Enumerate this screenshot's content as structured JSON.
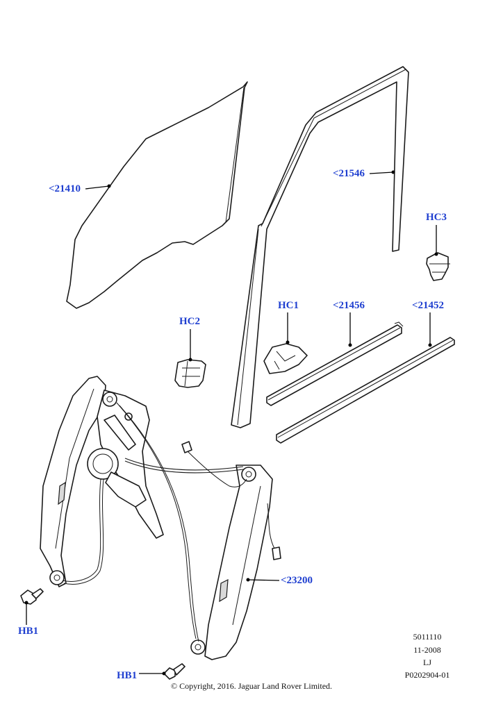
{
  "callouts": {
    "glass": "<21410",
    "glass_run": "<21546",
    "hc3": "HC3",
    "hc1": "HC1",
    "outer_belt": "<21456",
    "inner_belt": "<21452",
    "hc2": "HC2",
    "regulator": "<23200",
    "hb1_upper": "HB1",
    "hb1_lower": "HB1"
  },
  "meta": {
    "code": "5011110",
    "date": "11-2008",
    "initials": "LJ",
    "ref": "P0202904-01"
  },
  "copyright": "© Copyright, 2016. Jaguar Land Rover Limited.",
  "colors": {
    "callout": "#1f3fd0",
    "line": "#1a1a1a"
  }
}
